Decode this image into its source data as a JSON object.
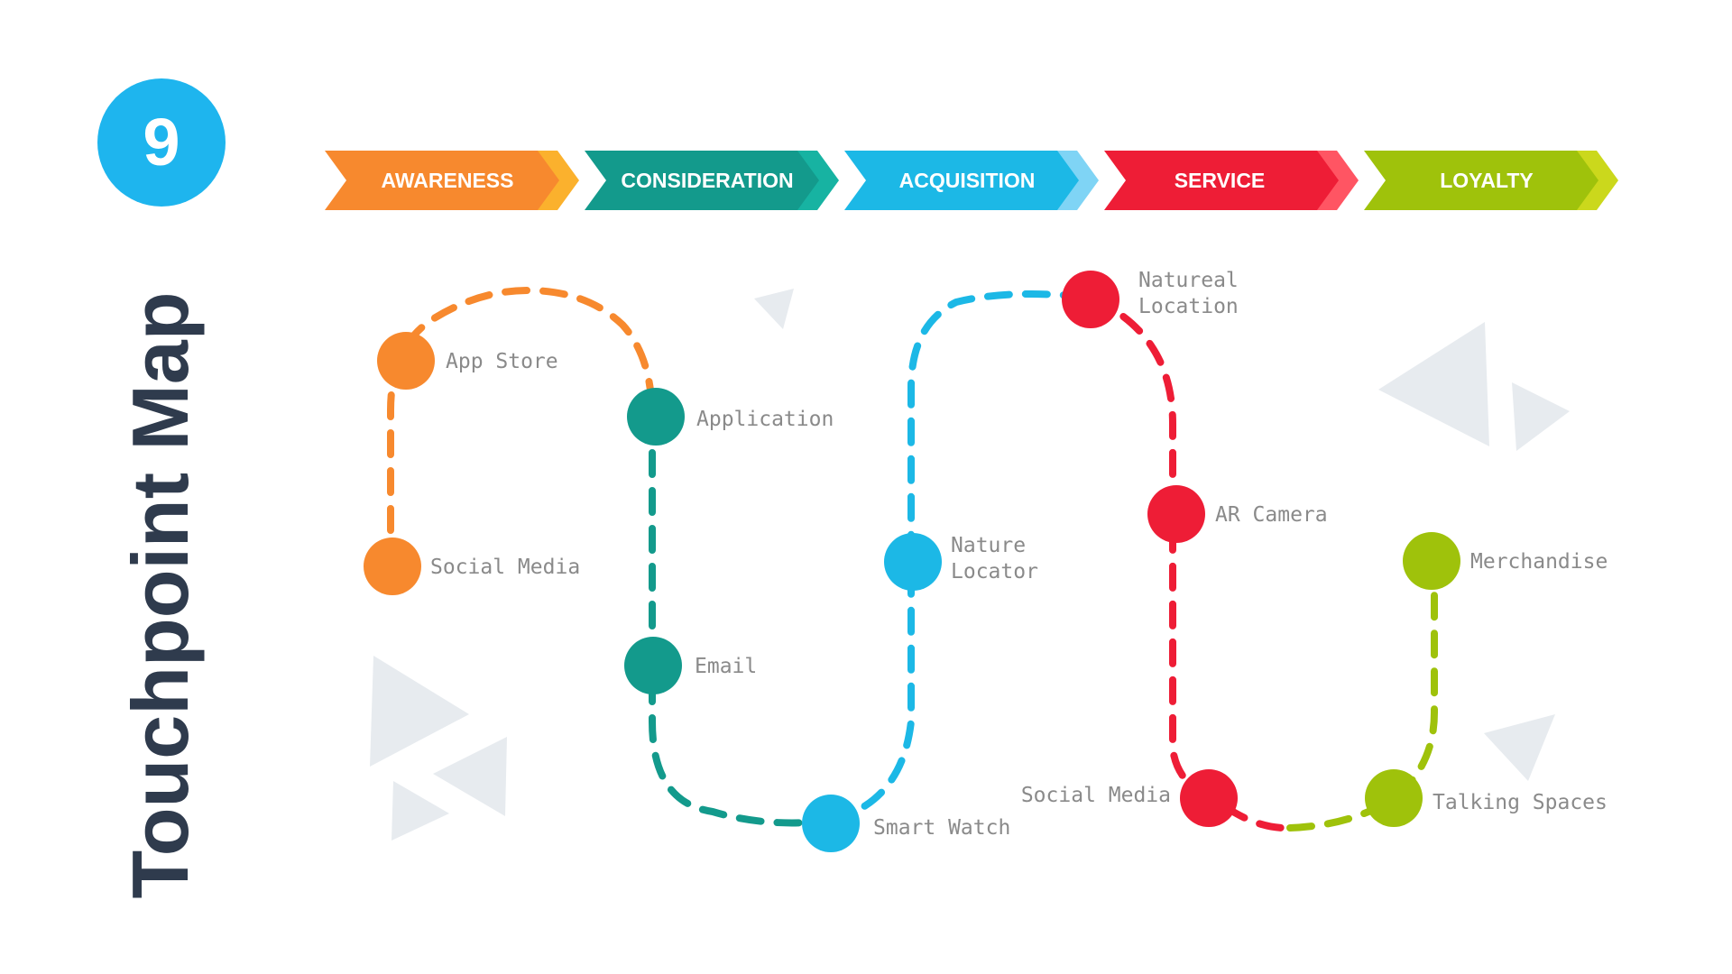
{
  "badge": {
    "number": "9"
  },
  "title": "Touchpoint Map",
  "stages": [
    {
      "label": "AWARENESS",
      "color": "#f7892e",
      "accent": "#fbb12d"
    },
    {
      "label": "CONSIDERATION",
      "color": "#139a8c",
      "accent": "#17b3a2"
    },
    {
      "label": "ACQUISITION",
      "color": "#1cb8e6",
      "accent": "#7fd4f5"
    },
    {
      "label": "SERVICE",
      "color": "#ee1d36",
      "accent": "#ff5563"
    },
    {
      "label": "LOYALTY",
      "color": "#9fc20b",
      "accent": "#cbd81c"
    }
  ],
  "touchpoints": [
    {
      "label": "App Store",
      "stage": "AWARENESS"
    },
    {
      "label": "Social Media",
      "stage": "AWARENESS"
    },
    {
      "label": "Application",
      "stage": "CONSIDERATION"
    },
    {
      "label": "Email",
      "stage": "CONSIDERATION"
    },
    {
      "label": "Smart Watch",
      "stage": "ACQUISITION"
    },
    {
      "label": "Nature Locator",
      "stage": "ACQUISITION"
    },
    {
      "label": "Natureal Location",
      "stage": "SERVICE"
    },
    {
      "label": "AR Camera",
      "stage": "SERVICE"
    },
    {
      "label": "Social Media",
      "stage": "SERVICE"
    },
    {
      "label": "Merchandise",
      "stage": "LOYALTY"
    },
    {
      "label": "Talking Spaces",
      "stage": "LOYALTY"
    }
  ],
  "colors": {
    "badge": "#1eb5ee",
    "title": "#2f3b4d",
    "label_text": "#8a8a8a",
    "decor_triangles": "#e7ebef"
  }
}
